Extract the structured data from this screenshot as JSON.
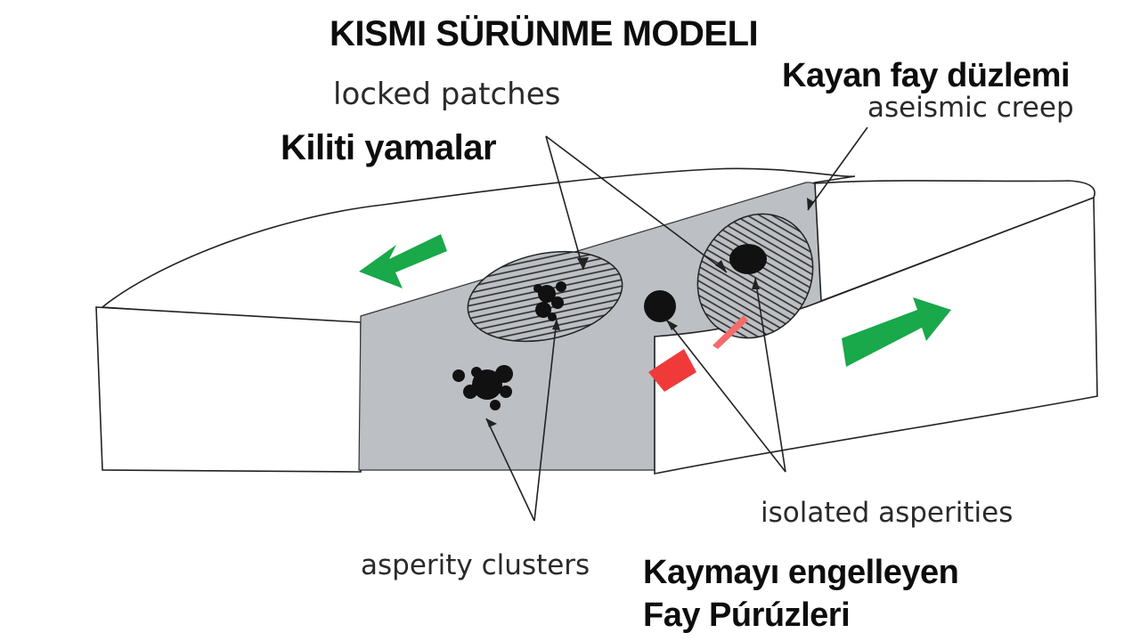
{
  "title": "KISMI SÜRÜNME MODELI",
  "labels": {
    "locked_patches_tr": "Kiliti yamalar",
    "locked_patches_en": "locked patches",
    "fault_plane_tr": "Kayan fay düzlemi",
    "aseismic_creep_en": "aseismic creep",
    "isolated_asperities_en": "isolated asperities",
    "asperity_clusters_en": "asperity clusters",
    "asperities_tr_line1": "Kaymayı engelleyen",
    "asperities_tr_line2": "Fay Púrúzleri"
  },
  "colors": {
    "fault_plane": "#bcbfc3",
    "arrow": "#19a84a",
    "highlight": "#f03a3a",
    "outline": "#222222",
    "asperity": "#111111"
  }
}
